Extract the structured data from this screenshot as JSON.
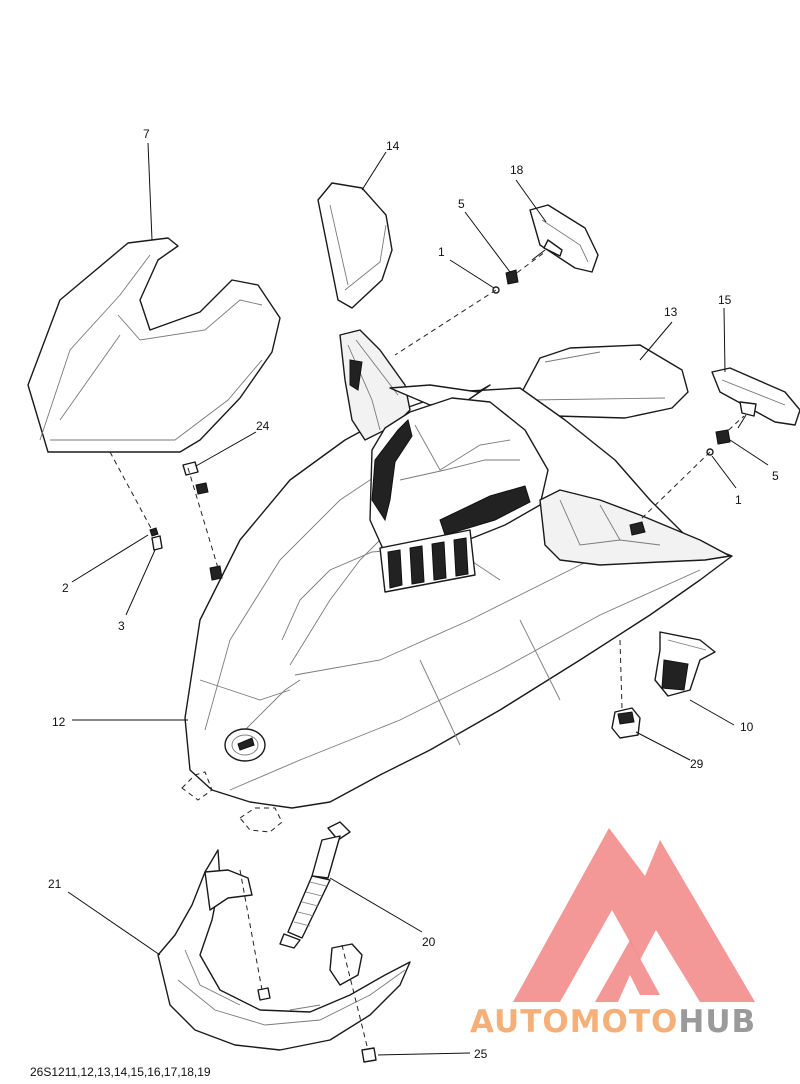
{
  "diagram": {
    "reference_code": "26S1211,12,13,14,15,16,17,18,19",
    "callouts": [
      "7",
      "14",
      "18",
      "5",
      "1",
      "13",
      "15",
      "24",
      "5",
      "1",
      "2",
      "3",
      "12",
      "10",
      "29",
      "21",
      "20",
      "25"
    ]
  },
  "watermark": {
    "brand_part1": "AUTOMOTO",
    "brand_part2": "HUB",
    "colors": {
      "logo": "#f28c8c",
      "auto": "#f5c38f",
      "moto": "#f28c8c",
      "hub": "#9a9a9a"
    }
  }
}
